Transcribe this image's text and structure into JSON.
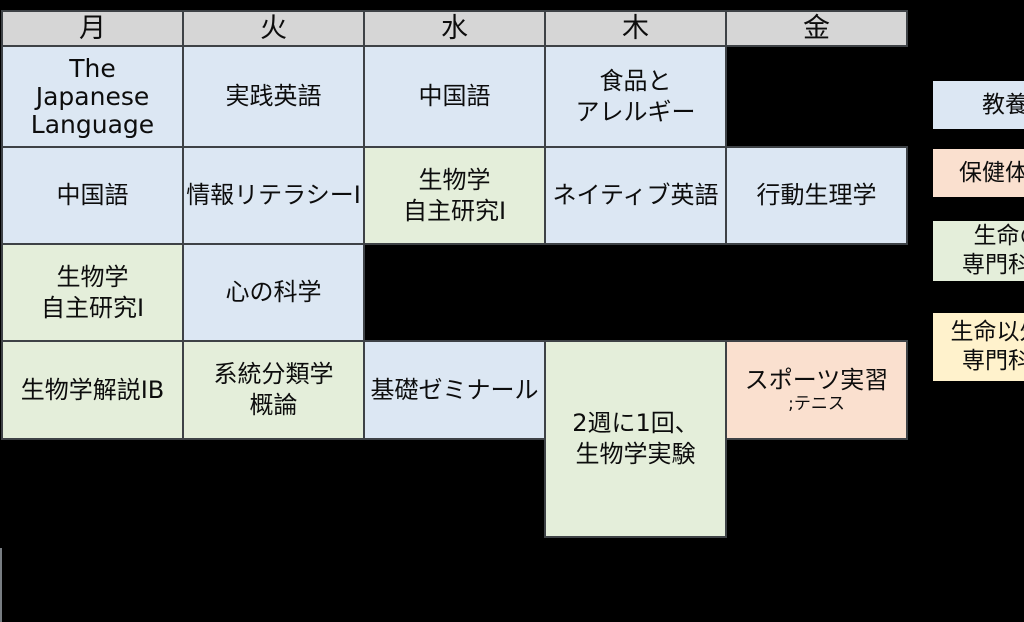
{
  "colors": {
    "background": "#000000",
    "day_header": "#d6d6d6",
    "general": "#dce7f3",
    "health_pe": "#fae0cf",
    "life_major": "#e4eeda",
    "nonlife_major": "#fff2cc",
    "grid_border": "#3e4246",
    "text": "#0d0d0d"
  },
  "timetable": {
    "days": [
      "月",
      "火",
      "水",
      "木",
      "金"
    ],
    "rows": [
      {
        "cells": [
          {
            "cat": "general",
            "lines": [
              "The",
              "Japanese",
              "Language"
            ]
          },
          {
            "cat": "general",
            "lines": [
              "実践英語"
            ]
          },
          {
            "cat": "general",
            "lines": [
              "中国語"
            ]
          },
          {
            "cat": "general",
            "lines": [
              "食品と",
              "アレルギー"
            ]
          },
          {
            "cat": "none",
            "lines": []
          }
        ]
      },
      {
        "cells": [
          {
            "cat": "general",
            "lines": [
              "中国語"
            ]
          },
          {
            "cat": "general",
            "lines": [
              "情報リテラシーI"
            ]
          },
          {
            "cat": "life_major",
            "lines": [
              "生物学",
              "自主研究I"
            ]
          },
          {
            "cat": "general",
            "lines": [
              "ネイティブ英語"
            ]
          },
          {
            "cat": "general",
            "lines": [
              "行動生理学"
            ]
          }
        ]
      },
      {
        "cells": [
          {
            "cat": "life_major",
            "lines": [
              "生物学",
              "自主研究I"
            ]
          },
          {
            "cat": "general",
            "lines": [
              "心の科学"
            ]
          },
          {
            "cat": "none",
            "lines": []
          },
          {
            "cat": "none",
            "lines": []
          },
          {
            "cat": "none",
            "lines": []
          }
        ]
      },
      {
        "cells": [
          {
            "cat": "life_major",
            "lines": [
              "生物学解説IB"
            ]
          },
          {
            "cat": "life_major",
            "lines": [
              "系統分類学",
              "概論"
            ]
          },
          {
            "cat": "general",
            "lines": [
              "基礎ゼミナール"
            ]
          },
          {
            "cat": "life_major",
            "lines": [
              "2週に1回、",
              "生物学実験"
            ],
            "tall": true
          },
          {
            "cat": "health_pe",
            "lines": [
              "スポーツ実習"
            ],
            "sub": ";テニス"
          }
        ]
      }
    ]
  },
  "legend": {
    "items": [
      {
        "category": "general",
        "lines": [
          "教養科目"
        ]
      },
      {
        "category": "health_pe",
        "lines": [
          "保健体育科目"
        ]
      },
      {
        "category": "life_major",
        "lines": [
          "生命の",
          "専門科目"
        ]
      },
      {
        "category": "nonlife_major",
        "lines": [
          "生命以外の",
          "専門科目"
        ]
      }
    ]
  }
}
